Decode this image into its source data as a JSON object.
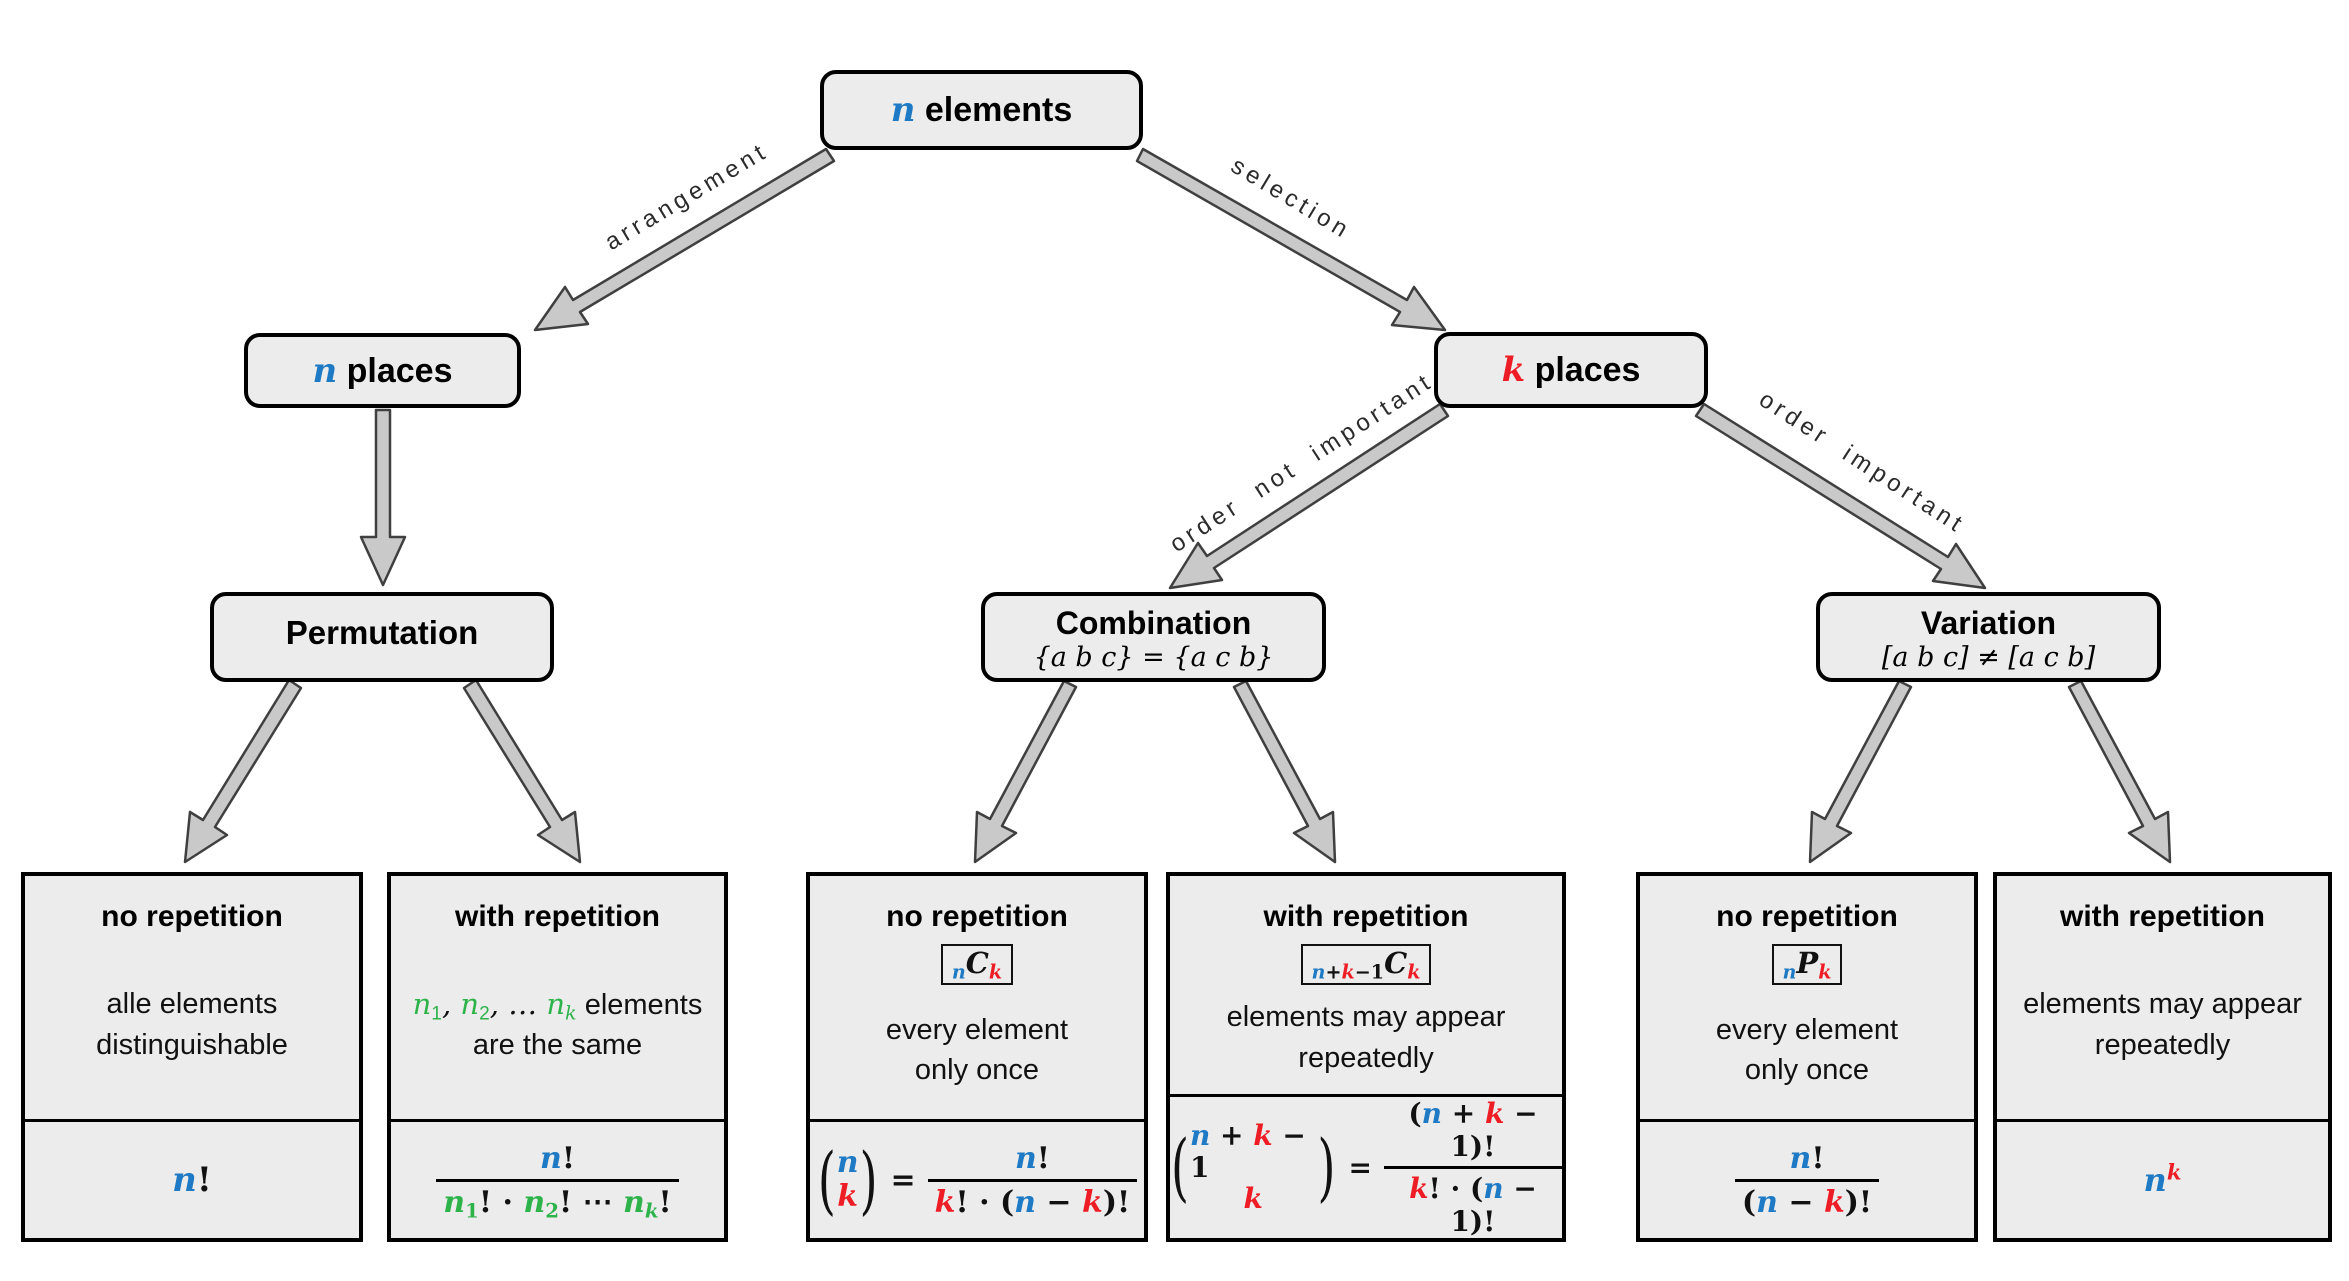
{
  "colors": {
    "blue": "#1e7ac4",
    "red": "#ee1c24",
    "green": "#2eb34b",
    "fill": "#ececec",
    "arrowfill": "#c9c9c9",
    "arrowstroke": "#3f3f3f"
  },
  "edges": {
    "arrangement": "arrangement",
    "selection": "selection",
    "order_not": "order not important",
    "order_yes": "order important"
  },
  "parens": {
    "l": "(",
    "r": ")"
  },
  "nodes": {
    "root": {
      "math": [
        {
          "t": "n",
          "c": "blue",
          "i": true
        },
        {
          "t": " elements"
        }
      ]
    },
    "n_places": {
      "math": [
        {
          "t": "n",
          "c": "blue",
          "i": true
        },
        {
          "t": " places"
        }
      ]
    },
    "k_places": {
      "math": [
        {
          "t": "k",
          "c": "red",
          "i": true
        },
        {
          "t": " places"
        }
      ]
    },
    "permutation": {
      "title": "Permutation"
    },
    "combination": {
      "title": "Combination",
      "subtitle": "{a b c} = {a c b}"
    },
    "variation": {
      "title": "Variation",
      "subtitle": "[a b c] ≠ [a c b]"
    }
  },
  "boxes": {
    "perm_no": {
      "title": "no repetition",
      "desc1": "alle elements",
      "desc2": "distinguishable",
      "formula": [
        {
          "t": "n",
          "c": "blue",
          "i": true
        },
        {
          "t": "!"
        }
      ]
    },
    "perm_with": {
      "title": "with repetition",
      "desc_math": [
        {
          "t": "n",
          "c": "green",
          "i": true
        },
        {
          "t": "1",
          "c": "green",
          "s": "sub"
        },
        {
          "t": ", ",
          "i": true
        },
        {
          "t": "n",
          "c": "green",
          "i": true
        },
        {
          "t": "2",
          "c": "green",
          "s": "sub"
        },
        {
          "t": ", … ",
          "i": true
        },
        {
          "t": "n",
          "c": "green",
          "i": true
        },
        {
          "t": "k",
          "c": "green",
          "s": "sub",
          "i": true
        },
        {
          "t": " elements"
        }
      ],
      "desc2": "are the same",
      "num": [
        {
          "t": "n",
          "c": "blue",
          "i": true
        },
        {
          "t": "!"
        }
      ],
      "den": [
        {
          "t": "n",
          "c": "green",
          "i": true
        },
        {
          "t": "1",
          "c": "green",
          "s": "sub"
        },
        {
          "t": "! · "
        },
        {
          "t": "n",
          "c": "green",
          "i": true
        },
        {
          "t": "2",
          "c": "green",
          "s": "sub"
        },
        {
          "t": "! ⋯ "
        },
        {
          "t": "n",
          "c": "green",
          "i": true
        },
        {
          "t": "k",
          "c": "green",
          "s": "sub",
          "i": true
        },
        {
          "t": "!"
        }
      ]
    },
    "comb_no": {
      "title": "no repetition",
      "badge": [
        {
          "t": "n",
          "c": "blue",
          "s": "sub",
          "i": true
        },
        {
          "t": "C",
          "i": true
        },
        {
          "t": "k",
          "c": "red",
          "s": "sub",
          "i": true
        }
      ],
      "desc1": "every element",
      "desc2": "only once",
      "binom_top": [
        {
          "t": "n",
          "c": "blue",
          "i": true
        }
      ],
      "binom_bot": [
        {
          "t": "k",
          "c": "red",
          "i": true
        }
      ],
      "eq": "=",
      "num": [
        {
          "t": "n",
          "c": "blue",
          "i": true
        },
        {
          "t": "!"
        }
      ],
      "den": [
        {
          "t": "k",
          "c": "red",
          "i": true
        },
        {
          "t": "! · ("
        },
        {
          "t": "n",
          "c": "blue",
          "i": true
        },
        {
          "t": " − "
        },
        {
          "t": "k",
          "c": "red",
          "i": true
        },
        {
          "t": ")!"
        }
      ]
    },
    "comb_with": {
      "title": "with repetition",
      "badge": [
        {
          "t": "n",
          "c": "blue",
          "s": "sub",
          "i": true
        },
        {
          "t": "+",
          "s": "sub"
        },
        {
          "t": "k",
          "c": "red",
          "s": "sub",
          "i": true
        },
        {
          "t": "−1",
          "s": "sub"
        },
        {
          "t": "C",
          "i": true
        },
        {
          "t": "k",
          "c": "red",
          "s": "sub",
          "i": true
        }
      ],
      "desc1": "elements may appear",
      "desc2": "repeatedly",
      "binom_top": [
        {
          "t": "n",
          "c": "blue",
          "i": true
        },
        {
          "t": " + "
        },
        {
          "t": "k",
          "c": "red",
          "i": true
        },
        {
          "t": " − 1"
        }
      ],
      "binom_bot": [
        {
          "t": "k",
          "c": "red",
          "i": true
        }
      ],
      "eq": "=",
      "num": [
        {
          "t": "("
        },
        {
          "t": "n",
          "c": "blue",
          "i": true
        },
        {
          "t": " + "
        },
        {
          "t": "k",
          "c": "red",
          "i": true
        },
        {
          "t": " − 1)!"
        }
      ],
      "den": [
        {
          "t": "k",
          "c": "red",
          "i": true
        },
        {
          "t": "! · ("
        },
        {
          "t": "n",
          "c": "blue",
          "i": true
        },
        {
          "t": " − 1)!"
        }
      ]
    },
    "var_no": {
      "title": "no repetition",
      "badge": [
        {
          "t": "n",
          "c": "blue",
          "s": "sub",
          "i": true
        },
        {
          "t": "P",
          "i": true
        },
        {
          "t": "k",
          "c": "red",
          "s": "sub",
          "i": true
        }
      ],
      "desc1": "every element",
      "desc2": "only once",
      "num": [
        {
          "t": "n",
          "c": "blue",
          "i": true
        },
        {
          "t": "!"
        }
      ],
      "den": [
        {
          "t": "("
        },
        {
          "t": "n",
          "c": "blue",
          "i": true
        },
        {
          "t": " − "
        },
        {
          "t": "k",
          "c": "red",
          "i": true
        },
        {
          "t": ")!"
        }
      ]
    },
    "var_with": {
      "title": "with repetition",
      "desc1": "elements may appear",
      "desc2": "repeatedly",
      "formula": [
        {
          "t": "n",
          "c": "blue",
          "i": true
        },
        {
          "t": "k",
          "c": "red",
          "s": "sup",
          "i": true
        }
      ]
    }
  }
}
